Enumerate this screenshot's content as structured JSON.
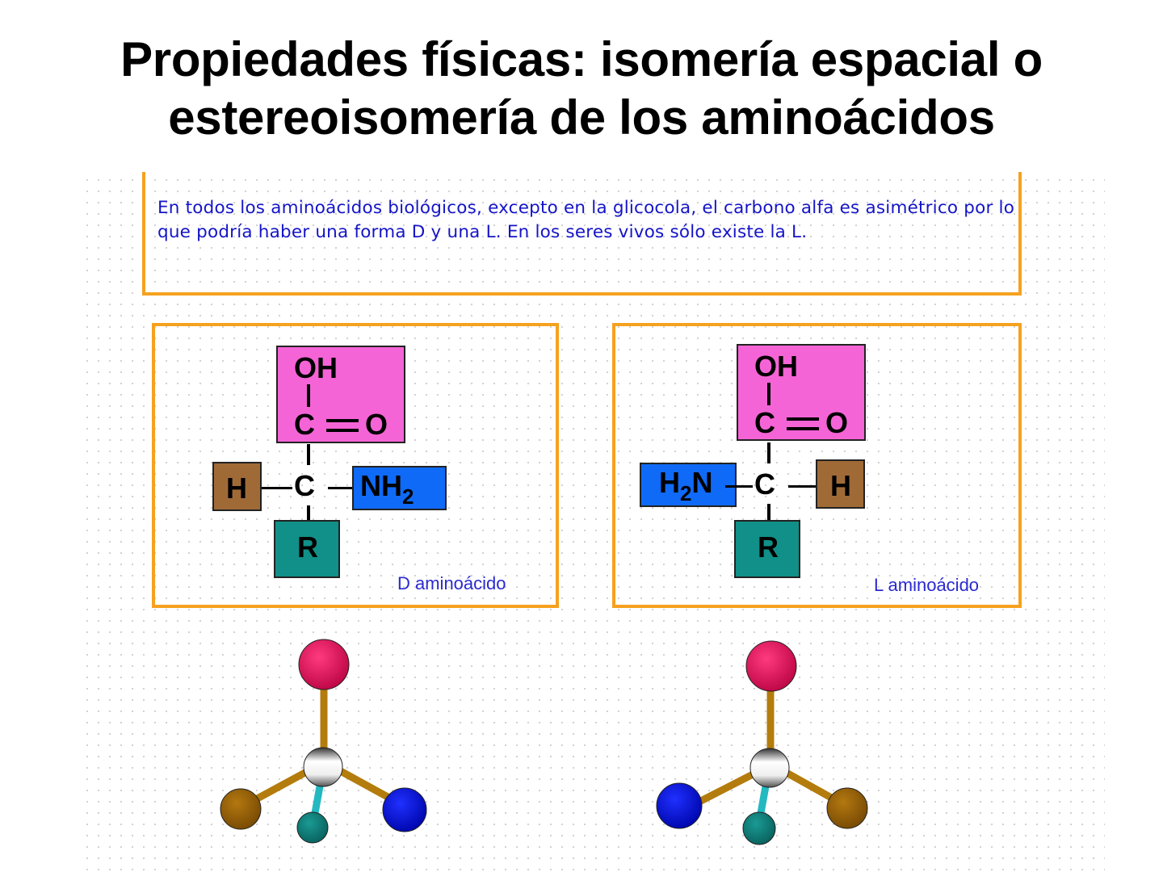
{
  "slide": {
    "title_line1": "Propiedades físicas: isomería espacial o",
    "title_line2": "estereoisomería de los aminoácidos"
  },
  "intro": {
    "text": "En todos los aminoácidos biológicos, excepto en la glicocola, el carbono alfa es asimétrico por lo que podría haber una forma D y una L. En los seres vivos sólo existe la L."
  },
  "structures": {
    "d": {
      "caption": "D aminoácido",
      "carboxyl": {
        "oh": "OH",
        "c": "C",
        "o": "O"
      },
      "alpha_carbon": "C",
      "left_group": "H",
      "right_group": {
        "main": "NH",
        "sub": "2"
      },
      "bottom_group": "R"
    },
    "l": {
      "caption": "L aminoácido",
      "carboxyl": {
        "oh": "OH",
        "c": "C",
        "o": "O"
      },
      "alpha_carbon": "C",
      "left_group": {
        "pre": "H",
        "sub": "2",
        "post": "N"
      },
      "right_group": "H",
      "bottom_group": "R"
    }
  },
  "colors": {
    "carboxyl_box": "#f564d6",
    "amino_box": "#0f6af7",
    "hydrogen_box": "#a06a37",
    "r_box": "#109088",
    "frame_orange": "#f6a11f",
    "text_blue": "#1414c8",
    "ball_carboxyl": "#e0105a",
    "ball_amino": "#0a14d8",
    "ball_hydrogen": "#9a6208",
    "ball_r": "#0f7c78",
    "bond_brown": "#b37c0c",
    "bond_cyan": "#24b8c0"
  },
  "models_3d": {
    "d": {
      "left_ball": "hydrogen",
      "right_ball": "amino",
      "top_ball": "carboxyl",
      "bottom_ball": "r-group"
    },
    "l": {
      "left_ball": "amino",
      "right_ball": "hydrogen",
      "top_ball": "carboxyl",
      "bottom_ball": "r-group"
    }
  }
}
